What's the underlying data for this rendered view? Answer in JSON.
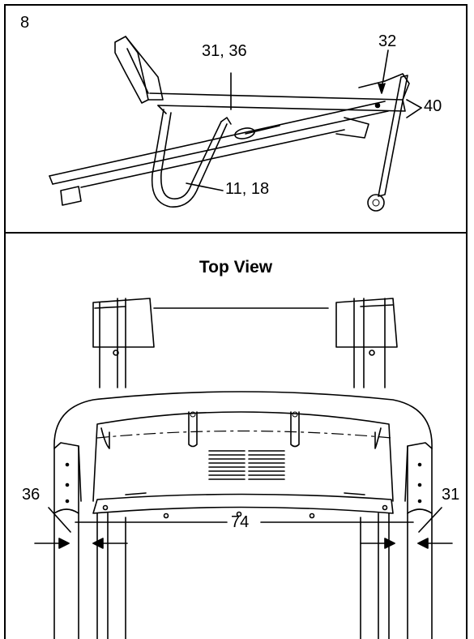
{
  "step": {
    "number": "8"
  },
  "top_diagram": {
    "callouts": {
      "uprights": "31, 36",
      "hole": "32",
      "bolts": "40",
      "base": "11, 18"
    }
  },
  "top_view": {
    "title": "Top View",
    "callouts": {
      "left_upright": "36",
      "spacer": "74",
      "right_upright": "31"
    }
  }
}
